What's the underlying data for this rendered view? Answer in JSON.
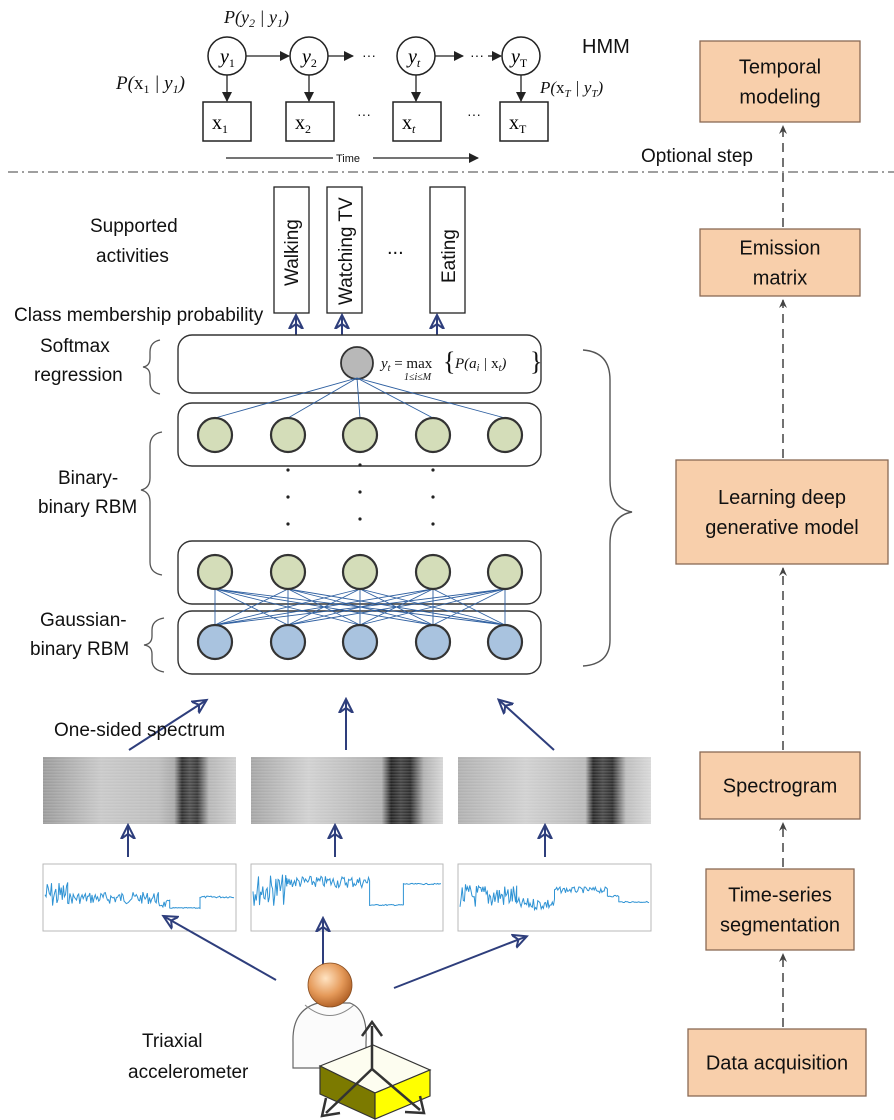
{
  "hmm": {
    "title": "HMM",
    "nodes_y": [
      "y1",
      "y2",
      "yt",
      "yT"
    ],
    "nodes_x": [
      "x1",
      "x2",
      "xt",
      "xT"
    ],
    "ellipsis": "···",
    "transition_label": "P(y2 | y1)",
    "emission_label_first": "P(x1 | y1)",
    "emission_label_last": "P(xT | yT)",
    "time_label": "Time"
  },
  "optional_step": "Optional step",
  "network": {
    "supported_activities": [
      "Supported",
      "activities"
    ],
    "activities": [
      "Walking",
      "Watching TV",
      "Eating"
    ],
    "activities_ellipsis": "...",
    "class_membership": "Class membership probability",
    "softmax_label": [
      "Softmax",
      "regression"
    ],
    "softmax_formula": "yt = max{P(ai | xt)}",
    "softmax_formula_sub": "1≤i≤M",
    "binary_rbm_label": [
      "Binary-",
      "binary RBM"
    ],
    "gaussian_rbm_label": [
      "Gaussian-",
      "binary RBM"
    ],
    "one_sided_spectrum": "One-sided spectrum",
    "sensor_label": [
      "Triaxial",
      "accelerometer"
    ]
  },
  "pipeline": [
    {
      "name": "data-acquisition",
      "label": [
        "Data acquisition"
      ]
    },
    {
      "name": "time-series-segmentation",
      "label": [
        "Time-series",
        "segmentation"
      ]
    },
    {
      "name": "spectrogram",
      "label": [
        "Spectrogram"
      ]
    },
    {
      "name": "learning-deep-generative-model",
      "label": [
        "Learning deep",
        "generative model"
      ]
    },
    {
      "name": "emission-matrix",
      "label": [
        "Emission",
        "matrix"
      ]
    },
    {
      "name": "temporal-modeling",
      "label": [
        "Temporal",
        "modeling"
      ]
    }
  ],
  "colors": {
    "pipeline_fill": "#f8cfab",
    "pipeline_stroke": "#8a6a55",
    "hidden_unit": "#d4ddb9",
    "visible_unit": "#a9c3df",
    "softmax_unit": "#b8b8b8",
    "arrow_blue": "#2e3e7c",
    "signal_blue": "#2f93d4",
    "connection_blue": "#2e5fa0",
    "box_yellow": "#ffff00",
    "box_olive": "#7c7a00"
  }
}
